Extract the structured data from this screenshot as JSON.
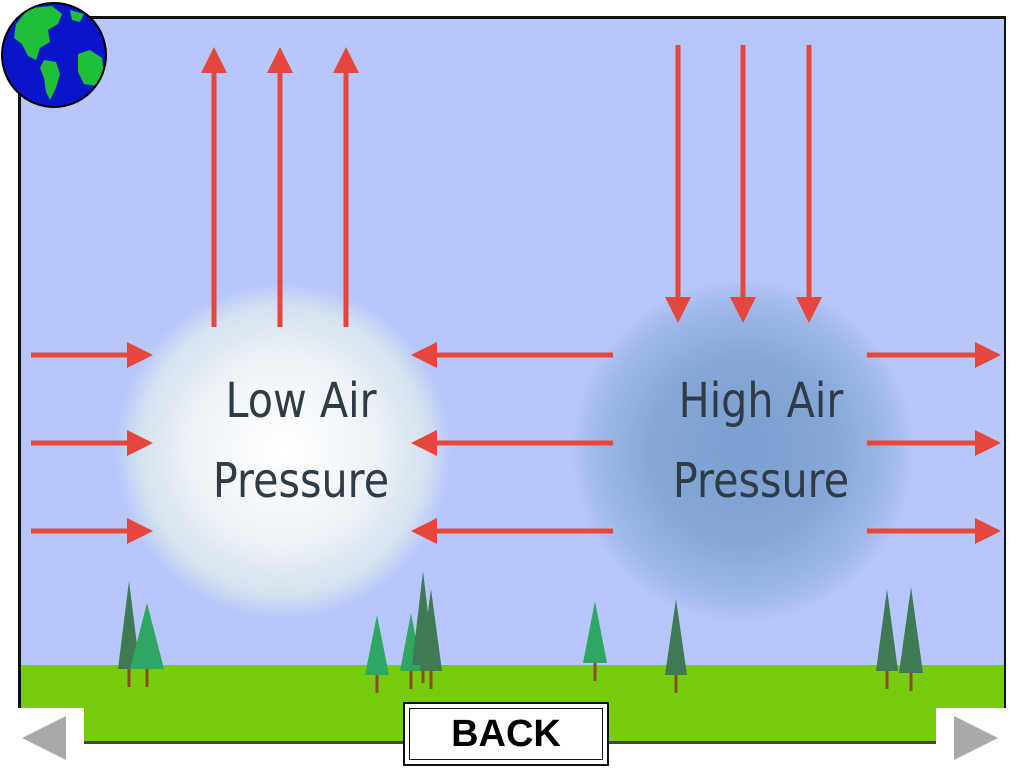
{
  "diagram": {
    "low_label": [
      "Low Air",
      "Pressure"
    ],
    "high_label": [
      "High Air",
      "Pressure"
    ],
    "colors": {
      "sky": "#b7c7fb",
      "ground": "#77cc10",
      "arrow": "#e5473c",
      "low_center": "#ffffff",
      "high_center": "#7a9fd0",
      "tree_dark": "#3f7a55",
      "tree_light": "#2fa763",
      "trunk": "#8a4b1e"
    }
  },
  "navigation": {
    "back_label": "BACK",
    "prev_icon": "left-arrow-icon",
    "next_icon": "right-arrow-icon"
  },
  "logo": {
    "icon": "globe-icon"
  }
}
